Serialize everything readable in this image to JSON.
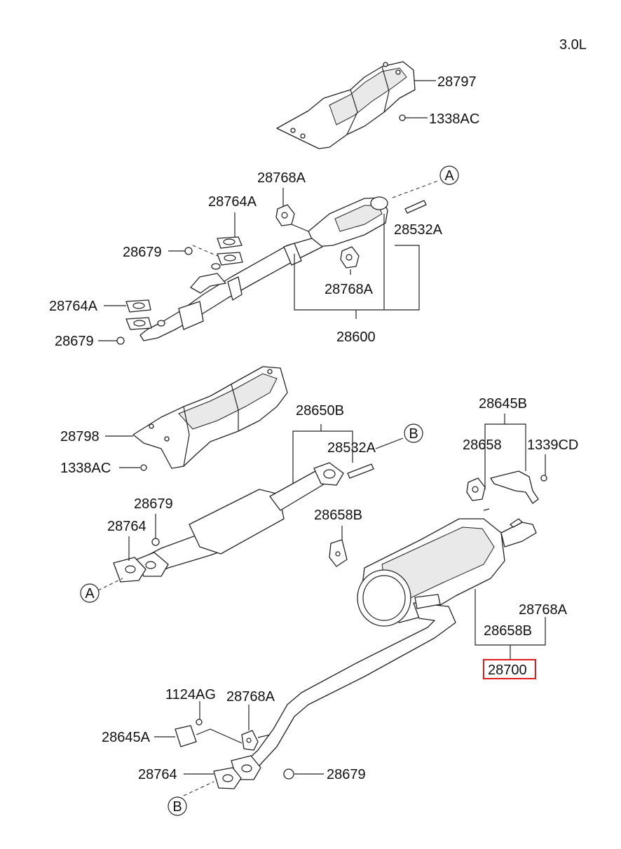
{
  "engine_label": "3.0L",
  "accent_color": "#e01b1b",
  "callouts": [
    {
      "id": "c28797",
      "text": "28797"
    },
    {
      "id": "c1338AC_top",
      "text": "1338AC"
    },
    {
      "id": "c28768A_top",
      "text": "28768A"
    },
    {
      "id": "c28764A_top",
      "text": "28764A"
    },
    {
      "id": "c28679_a",
      "text": "28679"
    },
    {
      "id": "c28532A_top",
      "text": "28532A"
    },
    {
      "id": "c28768A_mid",
      "text": "28768A"
    },
    {
      "id": "c28764A_left",
      "text": "28764A"
    },
    {
      "id": "c28679_b",
      "text": "28679"
    },
    {
      "id": "c28600",
      "text": "28600"
    },
    {
      "id": "c28798",
      "text": "28798"
    },
    {
      "id": "c1338AC_mid",
      "text": "1338AC"
    },
    {
      "id": "c28650B",
      "text": "28650B"
    },
    {
      "id": "c28532A_mid",
      "text": "28532A"
    },
    {
      "id": "c28645B",
      "text": "28645B"
    },
    {
      "id": "c28658",
      "text": "28658"
    },
    {
      "id": "c1339CD",
      "text": "1339CD"
    },
    {
      "id": "c28679_c",
      "text": "28679"
    },
    {
      "id": "c28764_a",
      "text": "28764"
    },
    {
      "id": "c28658B_a",
      "text": "28658B"
    },
    {
      "id": "c28768A_right",
      "text": "28768A"
    },
    {
      "id": "c28658B_b",
      "text": "28658B"
    },
    {
      "id": "c28700",
      "text": "28700",
      "highlighted": true
    },
    {
      "id": "c1124AG",
      "text": "1124AG"
    },
    {
      "id": "c28768A_low",
      "text": "28768A"
    },
    {
      "id": "c28645A",
      "text": "28645A"
    },
    {
      "id": "c28764_b",
      "text": "28764"
    },
    {
      "id": "c28679_d",
      "text": "28679"
    }
  ],
  "connectors": [
    {
      "id": "conA_top",
      "text": "A"
    },
    {
      "id": "conB_top",
      "text": "B"
    },
    {
      "id": "conA_low",
      "text": "A"
    },
    {
      "id": "conB_low",
      "text": "B"
    }
  ]
}
